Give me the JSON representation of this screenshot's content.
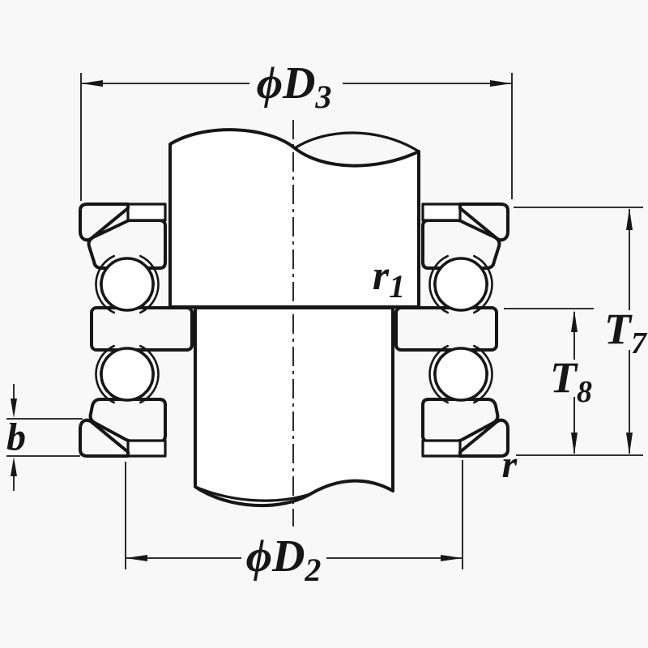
{
  "colors": {
    "background": "#f8f8f8",
    "part_fill": "#ffffff",
    "washer_blue": "#d7e8f5",
    "seat_gray": "#d3d3d3",
    "line": "#161616"
  },
  "dimensions": {
    "d3": {
      "base": "ϕD",
      "sub": "3"
    },
    "d2": {
      "base": "ϕD",
      "sub": "2"
    },
    "t7": {
      "base": "T",
      "sub": "7"
    },
    "t8": {
      "base": "T",
      "sub": "8"
    },
    "b": {
      "base": "b",
      "sub": ""
    },
    "r1": {
      "base": "r",
      "sub": "1"
    },
    "r": {
      "base": "r",
      "sub": ""
    }
  }
}
